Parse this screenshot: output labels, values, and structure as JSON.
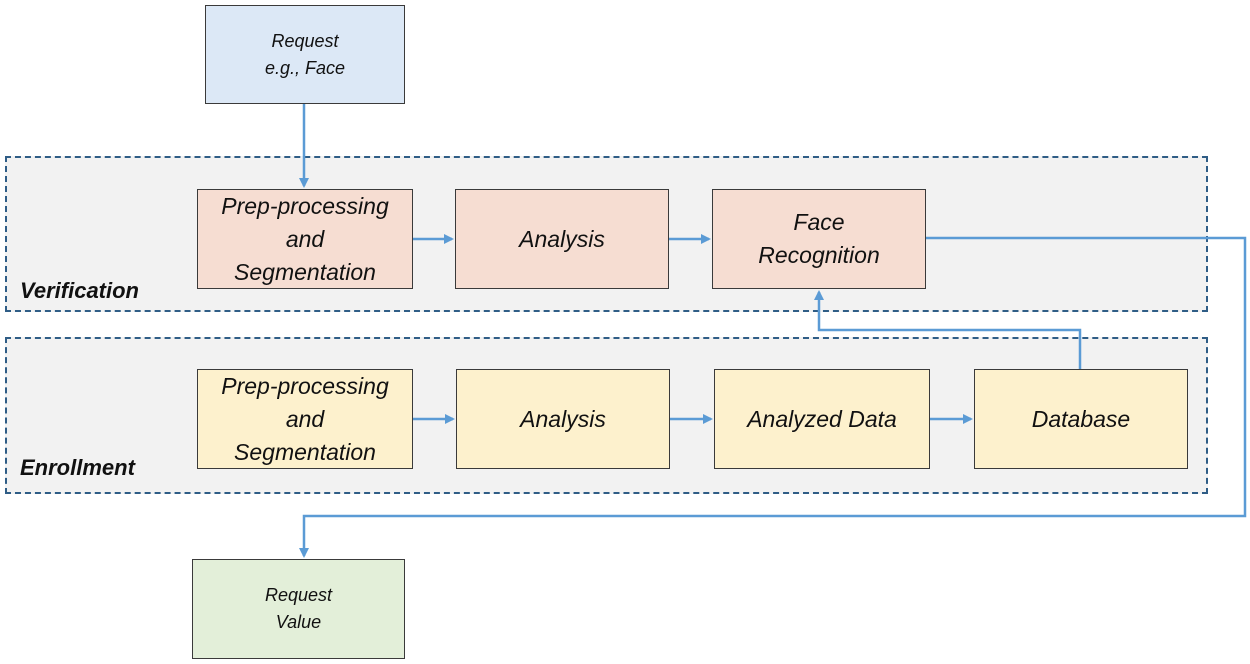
{
  "panels": {
    "verification": "Verification",
    "enrollment": "Enrollment"
  },
  "boxes": {
    "request": "Request\ne.g., Face",
    "verification_prep": "Prep-processing\nand\nSegmentation",
    "verification_analysis": "Analysis",
    "face_recognition": "Face\nRecognition",
    "enrollment_prep": "Prep-processing\nand\nSegmentation",
    "enrollment_analysis": "Analysis",
    "analyzed_data": "Analyzed Data",
    "database": "Database",
    "request_value": "Request\nValue"
  },
  "colors": {
    "panel_border": "#2f5d86",
    "panel_fill": "#f2f2f2",
    "arrow": "#5b9bd5",
    "request_fill": "#dce8f6",
    "verification_fill": "#f6ddd2",
    "enrollment_fill": "#fdf1cd",
    "output_fill": "#e3efd9"
  }
}
